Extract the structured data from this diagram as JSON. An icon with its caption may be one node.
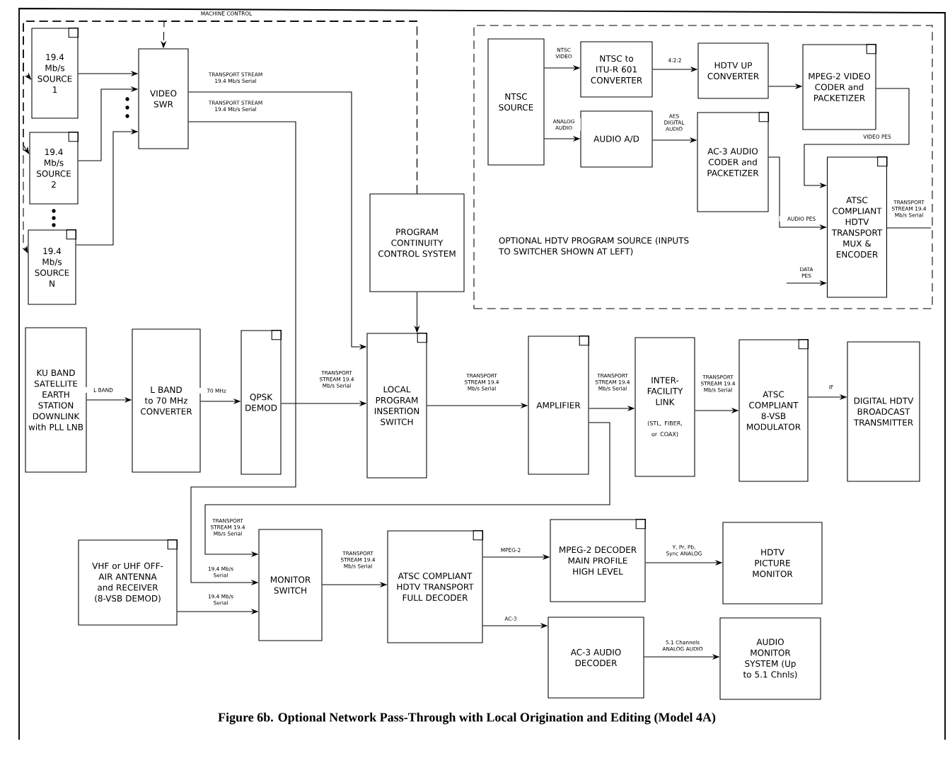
{
  "diagram": {
    "caption": "Figure 6b. Optional Network Pass-Through with Local Origination and Editing (Model 4A)",
    "nodes": [
      {
        "text": [
          "19.4 Mb/s SOURCE 1"
        ]
      },
      {
        "text": [
          "19.4 Mb/s SOURCE 2"
        ]
      },
      {
        "text": [
          "19.4 Mb/s SOURCE N"
        ]
      },
      {
        "text": [
          "VIDEO SWR"
        ]
      },
      {
        "text": [
          "PROGRAM CONTINUITY CONTROL SYSTEM"
        ]
      },
      {
        "text": [
          "OPTIONAL HDTV PROGRAM SOURCE (INPUTS TO SWITCHER SHOWN AT LEFT)"
        ]
      },
      {
        "text": [
          "NTSC SOURCE"
        ],
        "in": 5
      },
      {
        "text": [
          "NTSC to ITU-R 601 CONVERTER"
        ],
        "in": 5
      },
      {
        "text": [
          "HDTV UP CONVERTER"
        ],
        "in": 5
      },
      {
        "text": [
          "MPEG-2 VIDEO CODER and PACKETIZER"
        ],
        "in": 5
      },
      {
        "text": [
          "AUDIO A/D"
        ],
        "in": 5
      },
      {
        "text": [
          "AC-3 AUDIO CODER and PACKETIZER"
        ],
        "in": 5
      },
      {
        "text": [
          "ATSC COMPLIANT HDTV TRANSPORT MUX & ENCODER"
        ],
        "in": 5
      },
      {
        "text": [
          "KU BAND SATELLITE EARTH STATION DOWNLINK with PLL LNB"
        ]
      },
      {
        "text": [
          "L BAND to 70 MHz CONVERTER"
        ]
      },
      {
        "text": [
          "QPSK DEMOD"
        ]
      },
      {
        "text": [
          "LOCAL PROGRAM INSERTION SWITCH"
        ]
      },
      {
        "text": [
          "AMPLIFIER"
        ]
      },
      {
        "text": [
          "INTER-FACILITY LINK",
          "(STL, FIBER, or COAX)"
        ]
      },
      {
        "text": [
          "ATSC COMPLIANT 8-VSB MODULATOR"
        ]
      },
      {
        "text": [
          "DIGITAL HDTV BROADCAST TRANSMITTER"
        ]
      },
      {
        "text": [
          "VHF or UHF OFF-AIR ANTENNA and RECEIVER (8-VSB DEMOD)"
        ]
      },
      {
        "text": [
          "MONITOR SWITCH"
        ]
      },
      {
        "text": [
          "ATSC COMPLIANT HDTV TRANSPORT FULL DECODER"
        ]
      },
      {
        "text": [
          "MPEG-2 DECODER MAIN PROFILE HIGH LEVEL"
        ]
      },
      {
        "text": [
          "HDTV PICTURE MONITOR"
        ]
      },
      {
        "text": [
          "AC-3 AUDIO DECODER"
        ]
      },
      {
        "text": [
          "AUDIO MONITOR SYSTEM (Up to 5.1 Chnls)"
        ]
      }
    ],
    "edges": [
      {
        "from": 0,
        "to": 3,
        "arrow": "to"
      },
      {
        "from": 1,
        "to": 3,
        "arrow": "to"
      },
      {
        "from": 2,
        "to": 3,
        "arrow": "to"
      },
      {
        "from": 4,
        "to": 0,
        "arrow": "to",
        "style": "dashed"
      },
      {
        "from": 4,
        "to": 1,
        "arrow": "to",
        "style": "dashed"
      },
      {
        "from": 4,
        "to": 2,
        "arrow": "to",
        "style": "dashed"
      },
      {
        "from": 4,
        "to": 3,
        "arrow": "to",
        "style": "dashed",
        "label": "MACHINE CONTROL"
      },
      {
        "from": 3,
        "to": 16,
        "arrow": "to",
        "label": "TRANSPORT STREAM 19.4 Mb/s Serial"
      },
      {
        "from": 3,
        "to": 22,
        "arrow": "to",
        "label": "TRANSPORT STREAM 19.4 Mb/s Serial"
      },
      {
        "from": 4,
        "to": 16,
        "arrow": "to"
      },
      {
        "from": 13,
        "to": 14,
        "arrow": "to",
        "label": "L BAND"
      },
      {
        "from": 14,
        "to": 15,
        "arrow": "to",
        "label": "70 MHz"
      },
      {
        "from": 15,
        "to": 16,
        "arrow": "to",
        "label": "TRANSPORT STREAM 19.4 Mb/s Serial"
      },
      {
        "from": 16,
        "to": 17,
        "arrow": "to",
        "label": "TRANSPORT STREAM 19.4 Mb/s Serial"
      },
      {
        "from": 17,
        "to": 18,
        "arrow": "to",
        "label": "TRANSPORT STREAM 19.4 Mb/s Serial"
      },
      {
        "from": 18,
        "to": 19,
        "arrow": "to",
        "label": "TRANSPORT STREAM 19.4 Mb/s Serial"
      },
      {
        "from": 19,
        "to": 20,
        "arrow": "to",
        "label": "IF"
      },
      {
        "from": 17,
        "to": 22,
        "arrow": "to",
        "label": "TRANSPORT STREAM 19.4 Mb/s Serial"
      },
      {
        "from": 21,
        "to": 22,
        "arrow": "to",
        "label": "19.4 Mb/s Serial"
      },
      {
        "from": 22,
        "to": 23,
        "arrow": "to",
        "label": "TRANSPORT STREAM 19.4 Mb/s Serial"
      },
      {
        "from": 23,
        "to": 24,
        "arrow": "to",
        "label": "MPEG-2"
      },
      {
        "from": 23,
        "to": 26,
        "arrow": "to",
        "label": "AC-3"
      },
      {
        "from": 24,
        "to": 25,
        "arrow": "to",
        "label": "Y, Pr, Pb, Sync ANALOG"
      },
      {
        "from": 26,
        "to": 27,
        "arrow": "to",
        "label": "5.1 Channels ANALOG AUDIO"
      },
      {
        "from": 6,
        "to": 7,
        "arrow": "to",
        "label": "NTSC VIDEO"
      },
      {
        "from": 6,
        "to": 10,
        "arrow": "to",
        "label": "ANALOG AUDIO"
      },
      {
        "from": 7,
        "to": 8,
        "arrow": "to",
        "label": "4:2:2"
      },
      {
        "from": 8,
        "to": 9,
        "arrow": "to"
      },
      {
        "from": 10,
        "to": 11,
        "arrow": "to",
        "label": "AES DIGITAL AUDIO"
      },
      {
        "from": 9,
        "to": 12,
        "arrow": "to",
        "label": "VIDEO PES"
      },
      {
        "from": 11,
        "to": 12,
        "arrow": "to",
        "label": "AUDIO PES"
      },
      {
        "from": null,
        "to": 12,
        "arrow": "to",
        "label": "DATA PES"
      },
      {
        "from": 12,
        "to": null,
        "arrow": "none",
        "label": "TRANSPORT STREAM 19.4 Mb/s Serial"
      }
    ],
    "labels": [
      "19.4 Mb/s Serial"
    ]
  }
}
